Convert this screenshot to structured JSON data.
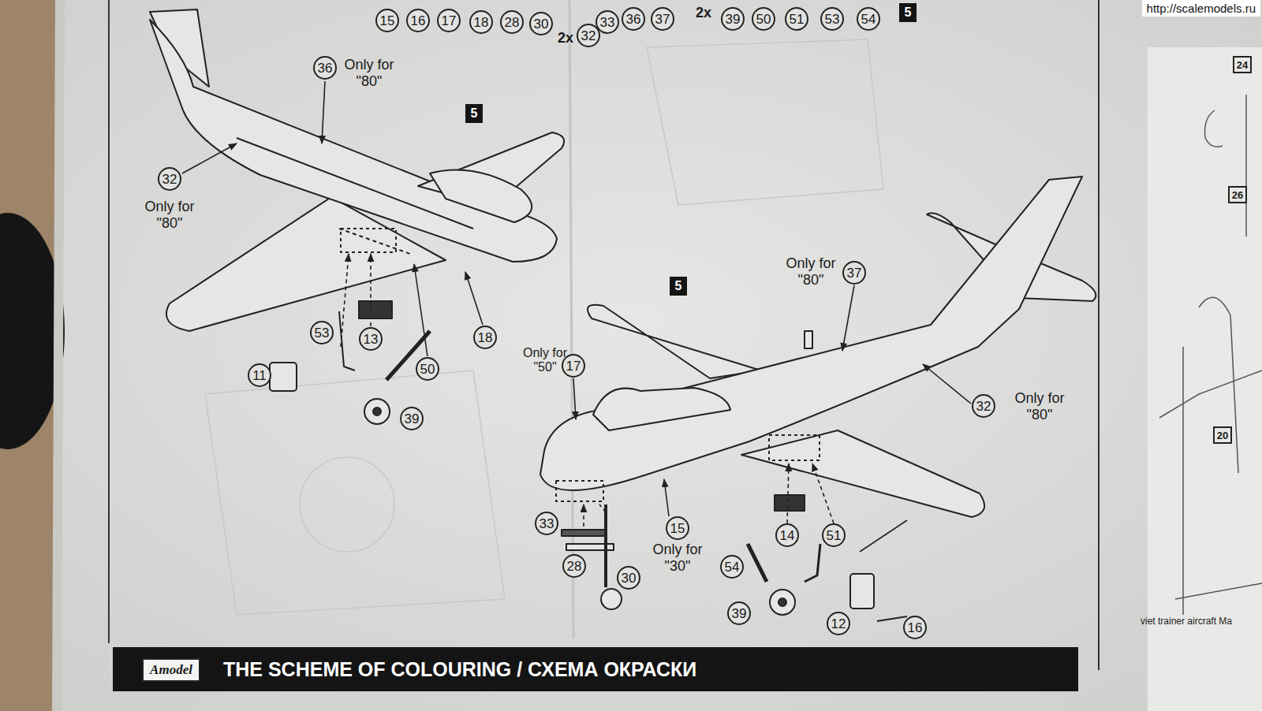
{
  "diagram": {
    "nodes": [
      {
        "text": [
          "15"
        ]
      },
      {
        "text": [
          "16"
        ]
      },
      {
        "text": [
          "17"
        ]
      },
      {
        "text": [
          "18"
        ]
      },
      {
        "text": [
          "28"
        ]
      },
      {
        "text": [
          "30"
        ]
      },
      {
        "text": [
          "32"
        ]
      },
      {
        "text": [
          "33"
        ]
      },
      {
        "text": [
          "36"
        ]
      },
      {
        "text": [
          "37"
        ]
      },
      {
        "text": [
          "39"
        ]
      },
      {
        "text": [
          "50"
        ]
      },
      {
        "text": [
          "51"
        ]
      },
      {
        "text": [
          "53"
        ]
      },
      {
        "text": [
          "54"
        ]
      },
      {
        "text": [
          "5"
        ]
      },
      {
        "text": [
          "36"
        ]
      },
      {
        "text": [
          "5"
        ]
      },
      {
        "text": [
          "32"
        ]
      },
      {
        "text": [
          "53"
        ]
      },
      {
        "text": [
          "13"
        ]
      },
      {
        "text": [
          "11"
        ]
      },
      {
        "text": [
          "50"
        ]
      },
      {
        "text": [
          "39"
        ]
      },
      {
        "text": [
          "18"
        ]
      },
      {
        "text": [
          "37"
        ]
      },
      {
        "text": [
          "5"
        ]
      },
      {
        "text": [
          "17"
        ]
      },
      {
        "text": [
          "32"
        ]
      },
      {
        "text": [
          "33"
        ]
      },
      {
        "text": [
          "28"
        ]
      },
      {
        "text": [
          "30"
        ]
      },
      {
        "text": [
          "15"
        ]
      },
      {
        "text": [
          "14"
        ]
      },
      {
        "text": [
          "51"
        ]
      },
      {
        "text": [
          "54"
        ]
      },
      {
        "text": [
          "39"
        ]
      },
      {
        "text": [
          "12"
        ]
      },
      {
        "text": [
          "16"
        ]
      },
      {
        "text": [
          "24"
        ]
      },
      {
        "text": [
          "26"
        ]
      },
      {
        "text": [
          "20"
        ]
      },
      {
        "text": [
          "THE SCHEME OF COLOURING / СХЕМА ОКРАСКИ"
        ]
      }
    ],
    "labels": [
      "2x",
      "2x",
      "Only for \"80\"",
      "Only for \"80\"",
      "Only for \"80\"",
      "Only for \"50\"",
      "Only for \"80\"",
      "Only for \"30\"",
      "viet trainer aircraft Ma",
      "Amodel",
      "http://scalemodels.ru"
    ]
  }
}
